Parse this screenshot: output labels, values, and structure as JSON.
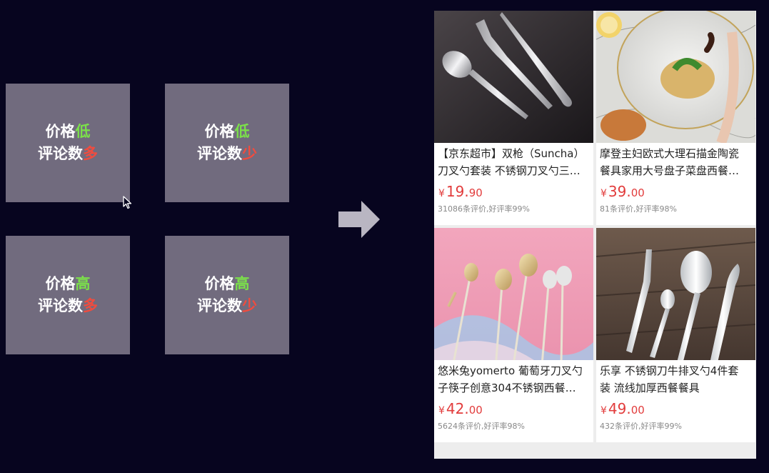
{
  "quadrants": [
    {
      "price_label": "价格",
      "price_level": "低",
      "review_label": "评论数",
      "review_level": "多"
    },
    {
      "price_label": "价格",
      "price_level": "低",
      "review_label": "评论数",
      "review_level": "少"
    },
    {
      "price_label": "价格",
      "price_level": "高",
      "review_label": "评论数",
      "review_level": "多"
    },
    {
      "price_label": "价格",
      "price_level": "高",
      "review_label": "评论数",
      "review_level": "少"
    }
  ],
  "colors": {
    "low_high_accent": "#7be04a",
    "more_less_accent": "#f04c3f",
    "price": "#e23c3c"
  },
  "products": [
    {
      "title_line1": "【京东超市】双枪（Suncha）",
      "title_line2": "刀叉勺套装 不锈钢刀叉勺三…",
      "currency": "¥",
      "price_int": "19.",
      "price_dec": "90",
      "reviews": "31086条评价,好评率99%"
    },
    {
      "title_line1": "摩登主妇欧式大理石描金陶瓷",
      "title_line2": "餐具家用大号盘子菜盘西餐…",
      "currency": "¥",
      "price_int": "39.",
      "price_dec": "00",
      "reviews": "81条评价,好评率98%"
    },
    {
      "title_line1": "悠米兔yomerto 葡萄牙刀叉勺",
      "title_line2": "子筷子创意304不锈钢西餐…",
      "currency": "¥",
      "price_int": "42.",
      "price_dec": "00",
      "reviews": "5624条评价,好评率98%"
    },
    {
      "title_line1": "乐享 不锈钢刀牛排叉勺4件套",
      "title_line2": "装 流线加厚西餐餐具",
      "currency": "¥",
      "price_int": "49.",
      "price_dec": "00",
      "reviews": "432条评价,好评率99%"
    }
  ],
  "icons": {
    "arrow": "right-arrow-icon",
    "cursor": "mouse-cursor-icon"
  }
}
